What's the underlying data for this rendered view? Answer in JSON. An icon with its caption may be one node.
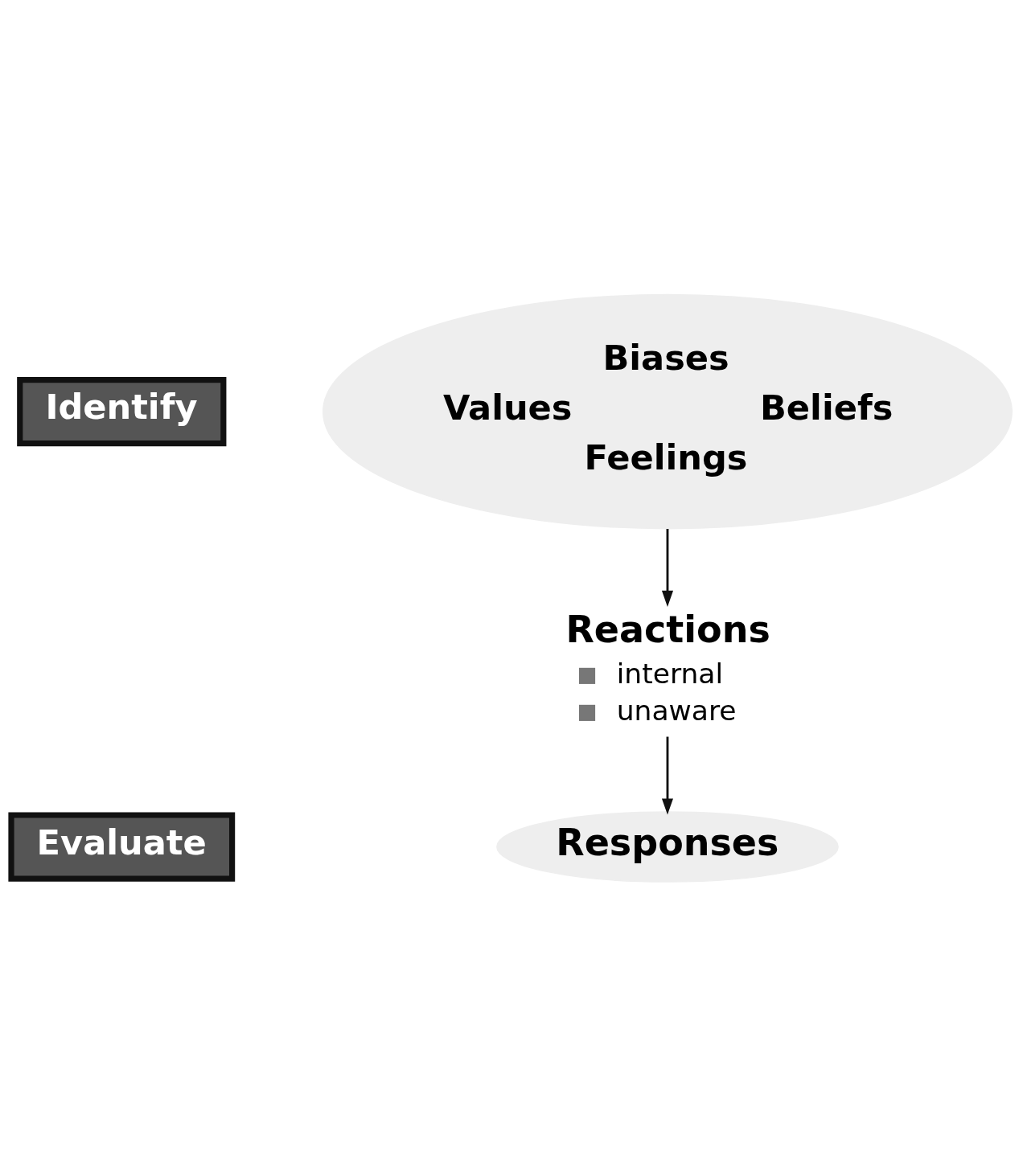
{
  "diagram": {
    "nodes": [
      {
        "text": [
          "Identify"
        ]
      },
      {
        "text": [
          "Biases",
          "Values",
          "Beliefs",
          "Feelings"
        ]
      },
      {
        "text": [
          "Evaluate"
        ]
      },
      {
        "text": [
          "Reactions",
          "internal",
          "unaware"
        ]
      },
      {
        "text": [
          "Responses"
        ]
      }
    ],
    "edges": [
      {
        "from": 1,
        "to": 3,
        "arrow": "to"
      },
      {
        "from": 3,
        "to": 4,
        "arrow": "to"
      }
    ]
  }
}
